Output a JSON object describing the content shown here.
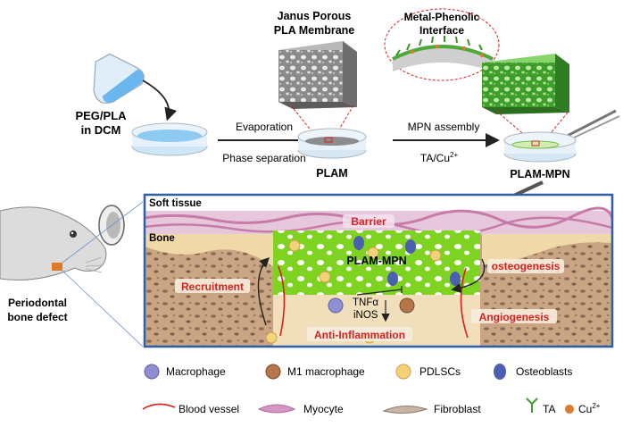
{
  "top": {
    "solution_label": [
      "PEG/PLA",
      "in DCM"
    ],
    "step1_top": "Evaporation",
    "step1_bottom": "Phase separation",
    "membrane_title": [
      "Janus Porous",
      "PLA Membrane"
    ],
    "plam_label": "PLAM",
    "step2_top": "MPN assembly",
    "step2_bottom": "TA/Cu",
    "step2_sup": "2+",
    "interface_title": [
      "Metal-Phenolic",
      "Interface"
    ],
    "plam_mpn_label": "PLAM-MPN"
  },
  "mouse": {
    "label": [
      "Periodontal",
      "bone defect"
    ]
  },
  "panel": {
    "soft_tissue": "Soft tissue",
    "bone": "Bone",
    "barrier": "Barrier",
    "center_label": "PLAM-MPN",
    "recruitment": "Recruitment",
    "osteogenesis": "osteogenesis",
    "angiogenesis": "Angiogenesis",
    "anti_inflammation": "Anti-Inflammation",
    "tnf": "TNFα",
    "inos": "iNOS",
    "frame_color": "#2f5faa",
    "membrane_green": "#7ed321"
  },
  "legend": {
    "row1": [
      "Macrophage",
      "M1 macrophage",
      "PDLSCs",
      "Osteoblasts"
    ],
    "row2": [
      "Blood vessel",
      "Myocyte",
      "Fibroblast",
      "TA",
      "Cu"
    ],
    "cu_sup": "2+"
  }
}
